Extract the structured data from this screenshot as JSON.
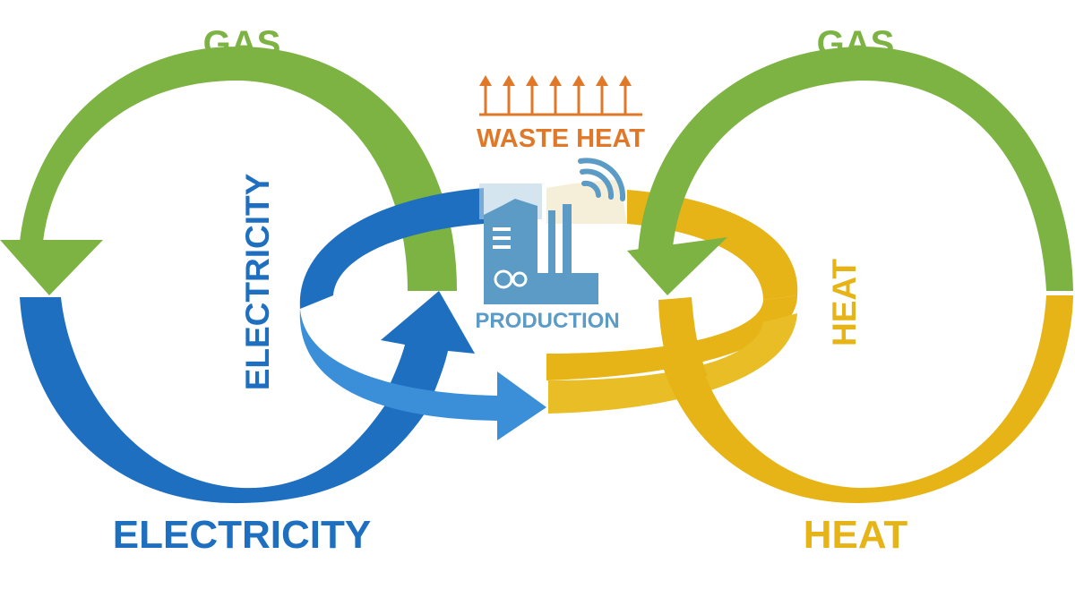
{
  "labels": {
    "gas_left": "GAS",
    "gas_right": "GAS",
    "electricity_bottom": "ELECTRICITY",
    "electricity_vertical": "ELECTRICITY",
    "heat_bottom": "HEAT",
    "heat_vertical": "HEAT",
    "waste_heat": "WASTE HEAT",
    "production": "PRODUCTION"
  },
  "colors": {
    "gas": "#7cb342",
    "gas_dark": "#5e9a2c",
    "electricity": "#1e6fc0",
    "electricity_light": "#3a8fd8",
    "heat": "#e6b416",
    "heat_dark": "#cf9a10",
    "waste_heat": "#e0782a",
    "factory": "#5b9bc6"
  },
  "icons": {
    "factory": "factory-icon",
    "wifi": "wifi-icon",
    "waste_heat_arrows": "up-arrows-icon"
  }
}
